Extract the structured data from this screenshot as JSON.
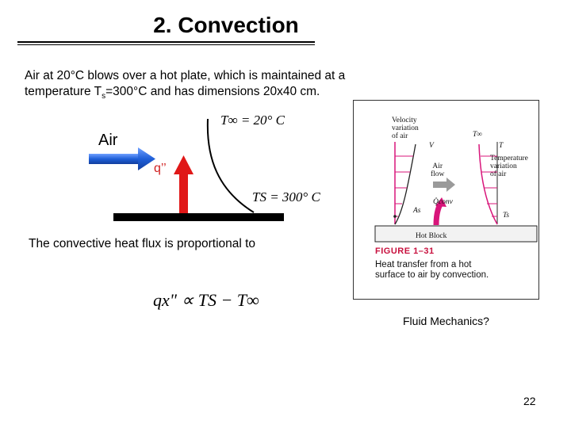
{
  "slide": {
    "title": "2. Convection",
    "intro_line1": "Air at 20°C blows over a hot plate, which is maintained at a",
    "intro_line2_pre": "temperature T",
    "intro_line2_sub": "s",
    "intro_line2_post": "=300°C and has dimensions 20x40 cm.",
    "air_label": "Air",
    "heat_flux_label": "q’’",
    "t_inf_label": "T∞ = 20° C",
    "t_s_label": "TS = 300° C",
    "flux_statement": "The convective heat flux is proportional to",
    "equation": "qx\" ∝ TS − T∞",
    "caption": "Fluid Mechanics?",
    "page_number": "22"
  },
  "figure": {
    "velocity_label_1": "Velocity",
    "velocity_label_2": "variation",
    "velocity_label_3": "of air",
    "t_inf": "T∞",
    "v_symbol": "V",
    "t_symbol": "T",
    "air_flow_1": "Air",
    "air_flow_2": "flow",
    "temp_label_1": "Temperature",
    "temp_label_2": "variation",
    "temp_label_3": "of air",
    "q_conv": "Q̇conv",
    "as_symbol": "As",
    "ts_symbol": "Ts",
    "hot_block": "Hot Block",
    "figure_title": "FIGURE 1–31",
    "caption_1": "Heat transfer from a hot",
    "caption_2": "surface to air by convection."
  },
  "colors": {
    "arrow_blue": "#1f5fd8",
    "arrow_red": "#e01818",
    "figure_magenta": "#d8157a",
    "figure_title_red": "#c8103e"
  }
}
